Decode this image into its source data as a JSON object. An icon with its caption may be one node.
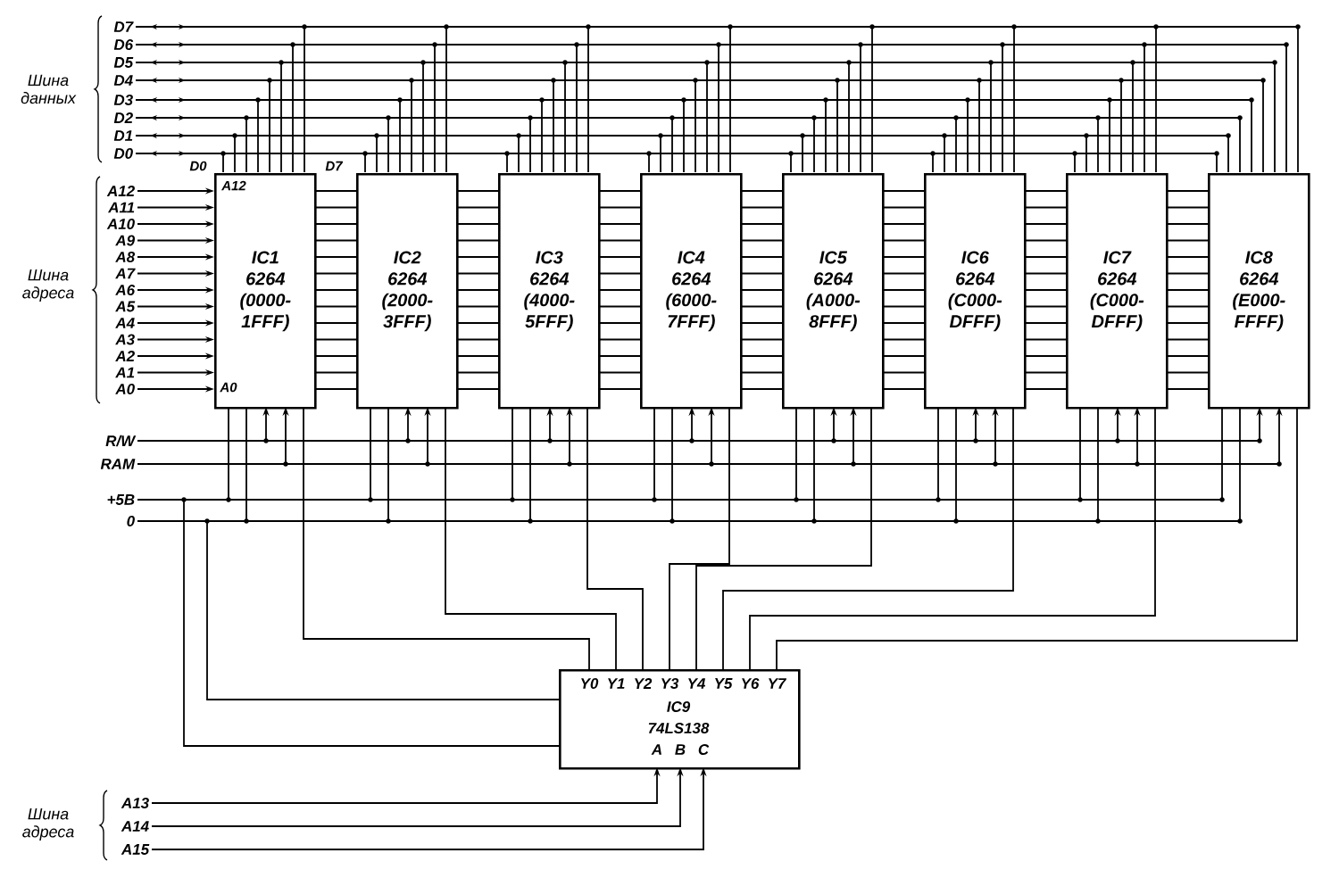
{
  "diagram": {
    "nodes": [
      {
        "text": [
          "IC1",
          "6264",
          "(0000-1FFF)"
        ]
      },
      {
        "text": [
          "IC2",
          "6264",
          "(2000-3FFF)"
        ]
      },
      {
        "text": [
          "IC3",
          "6264",
          "(4000-5FFF)"
        ]
      },
      {
        "text": [
          "IC4",
          "6264",
          "(6000-7FFF)"
        ]
      },
      {
        "text": [
          "IC5",
          "6264",
          "(A000-8FFF)"
        ]
      },
      {
        "text": [
          "IC6",
          "6264",
          "(C000-DFFF)"
        ]
      },
      {
        "text": [
          "IC7",
          "6264",
          "(C000-DFFF)"
        ]
      },
      {
        "text": [
          "IC8",
          "6264",
          "(E000-FFFF)"
        ]
      },
      {
        "text": [
          "Y0",
          "Y1",
          "Y2",
          "Y3",
          "Y4",
          "Y5",
          "Y6",
          "Y7",
          "IC9",
          "74LS138",
          "A",
          "B",
          "C"
        ]
      },
      {
        "text": [
          "D7"
        ]
      },
      {
        "text": [
          "D6"
        ]
      },
      {
        "text": [
          "D5"
        ]
      },
      {
        "text": [
          "D4"
        ]
      },
      {
        "text": [
          "D3"
        ]
      },
      {
        "text": [
          "D2"
        ]
      },
      {
        "text": [
          "D1"
        ]
      },
      {
        "text": [
          "D0"
        ]
      },
      {
        "text": [
          "A12"
        ]
      },
      {
        "text": [
          "A11"
        ]
      },
      {
        "text": [
          "A10"
        ]
      },
      {
        "text": [
          "A9"
        ]
      },
      {
        "text": [
          "A8"
        ]
      },
      {
        "text": [
          "A7"
        ]
      },
      {
        "text": [
          "A6"
        ]
      },
      {
        "text": [
          "A5"
        ]
      },
      {
        "text": [
          "A4"
        ]
      },
      {
        "text": [
          "A3"
        ]
      },
      {
        "text": [
          "A2"
        ]
      },
      {
        "text": [
          "A1"
        ]
      },
      {
        "text": [
          "A0"
        ]
      },
      {
        "text": [
          "R/W"
        ]
      },
      {
        "text": [
          "RAM"
        ]
      },
      {
        "text": [
          "+5В"
        ]
      },
      {
        "text": [
          "0"
        ]
      },
      {
        "text": [
          "A13"
        ]
      },
      {
        "text": [
          "A14"
        ]
      },
      {
        "text": [
          "A15"
        ]
      }
    ],
    "edges": [
      {
        "from": 9,
        "to": 0,
        "arrow": "none"
      },
      {
        "from": 9,
        "to": 1,
        "arrow": "none"
      },
      {
        "from": 9,
        "to": 2,
        "arrow": "none"
      },
      {
        "from": 9,
        "to": 3,
        "arrow": "none"
      },
      {
        "from": 9,
        "to": 4,
        "arrow": "none"
      },
      {
        "from": 9,
        "to": 5,
        "arrow": "none"
      },
      {
        "from": 9,
        "to": 6,
        "arrow": "none"
      },
      {
        "from": 9,
        "to": 7,
        "arrow": "none"
      },
      {
        "from": 10,
        "to": 0,
        "arrow": "none"
      },
      {
        "from": 10,
        "to": 1,
        "arrow": "none"
      },
      {
        "from": 10,
        "to": 2,
        "arrow": "none"
      },
      {
        "from": 10,
        "to": 3,
        "arrow": "none"
      },
      {
        "from": 10,
        "to": 4,
        "arrow": "none"
      },
      {
        "from": 10,
        "to": 5,
        "arrow": "none"
      },
      {
        "from": 10,
        "to": 6,
        "arrow": "none"
      },
      {
        "from": 10,
        "to": 7,
        "arrow": "none"
      },
      {
        "from": 11,
        "to": 0,
        "arrow": "none"
      },
      {
        "from": 11,
        "to": 1,
        "arrow": "none"
      },
      {
        "from": 11,
        "to": 2,
        "arrow": "none"
      },
      {
        "from": 11,
        "to": 3,
        "arrow": "none"
      },
      {
        "from": 11,
        "to": 4,
        "arrow": "none"
      },
      {
        "from": 11,
        "to": 5,
        "arrow": "none"
      },
      {
        "from": 11,
        "to": 6,
        "arrow": "none"
      },
      {
        "from": 11,
        "to": 7,
        "arrow": "none"
      },
      {
        "from": 12,
        "to": 0,
        "arrow": "none"
      },
      {
        "from": 12,
        "to": 1,
        "arrow": "none"
      },
      {
        "from": 12,
        "to": 2,
        "arrow": "none"
      },
      {
        "from": 12,
        "to": 3,
        "arrow": "none"
      },
      {
        "from": 12,
        "to": 4,
        "arrow": "none"
      },
      {
        "from": 12,
        "to": 5,
        "arrow": "none"
      },
      {
        "from": 12,
        "to": 6,
        "arrow": "none"
      },
      {
        "from": 12,
        "to": 7,
        "arrow": "none"
      },
      {
        "from": 13,
        "to": 0,
        "arrow": "none"
      },
      {
        "from": 13,
        "to": 1,
        "arrow": "none"
      },
      {
        "from": 13,
        "to": 2,
        "arrow": "none"
      },
      {
        "from": 13,
        "to": 3,
        "arrow": "none"
      },
      {
        "from": 13,
        "to": 4,
        "arrow": "none"
      },
      {
        "from": 13,
        "to": 5,
        "arrow": "none"
      },
      {
        "from": 13,
        "to": 6,
        "arrow": "none"
      },
      {
        "from": 13,
        "to": 7,
        "arrow": "none"
      },
      {
        "from": 14,
        "to": 0,
        "arrow": "none"
      },
      {
        "from": 14,
        "to": 1,
        "arrow": "none"
      },
      {
        "from": 14,
        "to": 2,
        "arrow": "none"
      },
      {
        "from": 14,
        "to": 3,
        "arrow": "none"
      },
      {
        "from": 14,
        "to": 4,
        "arrow": "none"
      },
      {
        "from": 14,
        "to": 5,
        "arrow": "none"
      },
      {
        "from": 14,
        "to": 6,
        "arrow": "none"
      },
      {
        "from": 14,
        "to": 7,
        "arrow": "none"
      },
      {
        "from": 15,
        "to": 0,
        "arrow": "none"
      },
      {
        "from": 15,
        "to": 1,
        "arrow": "none"
      },
      {
        "from": 15,
        "to": 2,
        "arrow": "none"
      },
      {
        "from": 15,
        "to": 3,
        "arrow": "none"
      },
      {
        "from": 15,
        "to": 4,
        "arrow": "none"
      },
      {
        "from": 15,
        "to": 5,
        "arrow": "none"
      },
      {
        "from": 15,
        "to": 6,
        "arrow": "none"
      },
      {
        "from": 15,
        "to": 7,
        "arrow": "none"
      },
      {
        "from": 16,
        "to": 0,
        "arrow": "none"
      },
      {
        "from": 16,
        "to": 1,
        "arrow": "none"
      },
      {
        "from": 16,
        "to": 2,
        "arrow": "none"
      },
      {
        "from": 16,
        "to": 3,
        "arrow": "none"
      },
      {
        "from": 16,
        "to": 4,
        "arrow": "none"
      },
      {
        "from": 16,
        "to": 5,
        "arrow": "none"
      },
      {
        "from": 16,
        "to": 6,
        "arrow": "none"
      },
      {
        "from": 16,
        "to": 7,
        "arrow": "none"
      },
      {
        "from": 17,
        "to": 0,
        "arrow": "to"
      },
      {
        "from": 18,
        "to": 0,
        "arrow": "to"
      },
      {
        "from": 19,
        "to": 0,
        "arrow": "to"
      },
      {
        "from": 20,
        "to": 0,
        "arrow": "to"
      },
      {
        "from": 21,
        "to": 0,
        "arrow": "to"
      },
      {
        "from": 22,
        "to": 0,
        "arrow": "to"
      },
      {
        "from": 23,
        "to": 0,
        "arrow": "to"
      },
      {
        "from": 24,
        "to": 0,
        "arrow": "to"
      },
      {
        "from": 25,
        "to": 0,
        "arrow": "to"
      },
      {
        "from": 26,
        "to": 0,
        "arrow": "to"
      },
      {
        "from": 27,
        "to": 0,
        "arrow": "to"
      },
      {
        "from": 28,
        "to": 0,
        "arrow": "to"
      },
      {
        "from": 29,
        "to": 0,
        "arrow": "to"
      },
      {
        "from": 0,
        "to": 1,
        "arrow": "none"
      },
      {
        "from": 0,
        "to": 1,
        "arrow": "none"
      },
      {
        "from": 0,
        "to": 1,
        "arrow": "none"
      },
      {
        "from": 0,
        "to": 1,
        "arrow": "none"
      },
      {
        "from": 0,
        "to": 1,
        "arrow": "none"
      },
      {
        "from": 0,
        "to": 1,
        "arrow": "none"
      },
      {
        "from": 0,
        "to": 1,
        "arrow": "none"
      },
      {
        "from": 0,
        "to": 1,
        "arrow": "none"
      },
      {
        "from": 0,
        "to": 1,
        "arrow": "none"
      },
      {
        "from": 0,
        "to": 1,
        "arrow": "none"
      },
      {
        "from": 0,
        "to": 1,
        "arrow": "none"
      },
      {
        "from": 0,
        "to": 1,
        "arrow": "none"
      },
      {
        "from": 0,
        "to": 1,
        "arrow": "none"
      },
      {
        "from": 1,
        "to": 2,
        "arrow": "none"
      },
      {
        "from": 1,
        "to": 2,
        "arrow": "none"
      },
      {
        "from": 1,
        "to": 2,
        "arrow": "none"
      },
      {
        "from": 1,
        "to": 2,
        "arrow": "none"
      },
      {
        "from": 1,
        "to": 2,
        "arrow": "none"
      },
      {
        "from": 1,
        "to": 2,
        "arrow": "none"
      },
      {
        "from": 1,
        "to": 2,
        "arrow": "none"
      },
      {
        "from": 1,
        "to": 2,
        "arrow": "none"
      },
      {
        "from": 1,
        "to": 2,
        "arrow": "none"
      },
      {
        "from": 1,
        "to": 2,
        "arrow": "none"
      },
      {
        "from": 1,
        "to": 2,
        "arrow": "none"
      },
      {
        "from": 1,
        "to": 2,
        "arrow": "none"
      },
      {
        "from": 1,
        "to": 2,
        "arrow": "none"
      },
      {
        "from": 2,
        "to": 3,
        "arrow": "none"
      },
      {
        "from": 2,
        "to": 3,
        "arrow": "none"
      },
      {
        "from": 2,
        "to": 3,
        "arrow": "none"
      },
      {
        "from": 2,
        "to": 3,
        "arrow": "none"
      },
      {
        "from": 2,
        "to": 3,
        "arrow": "none"
      },
      {
        "from": 2,
        "to": 3,
        "arrow": "none"
      },
      {
        "from": 2,
        "to": 3,
        "arrow": "none"
      },
      {
        "from": 2,
        "to": 3,
        "arrow": "none"
      },
      {
        "from": 2,
        "to": 3,
        "arrow": "none"
      },
      {
        "from": 2,
        "to": 3,
        "arrow": "none"
      },
      {
        "from": 2,
        "to": 3,
        "arrow": "none"
      },
      {
        "from": 2,
        "to": 3,
        "arrow": "none"
      },
      {
        "from": 2,
        "to": 3,
        "arrow": "none"
      },
      {
        "from": 3,
        "to": 4,
        "arrow": "none"
      },
      {
        "from": 3,
        "to": 4,
        "arrow": "none"
      },
      {
        "from": 3,
        "to": 4,
        "arrow": "none"
      },
      {
        "from": 3,
        "to": 4,
        "arrow": "none"
      },
      {
        "from": 3,
        "to": 4,
        "arrow": "none"
      },
      {
        "from": 3,
        "to": 4,
        "arrow": "none"
      },
      {
        "from": 3,
        "to": 4,
        "arrow": "none"
      },
      {
        "from": 3,
        "to": 4,
        "arrow": "none"
      },
      {
        "from": 3,
        "to": 4,
        "arrow": "none"
      },
      {
        "from": 3,
        "to": 4,
        "arrow": "none"
      },
      {
        "from": 3,
        "to": 4,
        "arrow": "none"
      },
      {
        "from": 3,
        "to": 4,
        "arrow": "none"
      },
      {
        "from": 3,
        "to": 4,
        "arrow": "none"
      },
      {
        "from": 4,
        "to": 5,
        "arrow": "none"
      },
      {
        "from": 4,
        "to": 5,
        "arrow": "none"
      },
      {
        "from": 4,
        "to": 5,
        "arrow": "none"
      },
      {
        "from": 4,
        "to": 5,
        "arrow": "none"
      },
      {
        "from": 4,
        "to": 5,
        "arrow": "none"
      },
      {
        "from": 4,
        "to": 5,
        "arrow": "none"
      },
      {
        "from": 4,
        "to": 5,
        "arrow": "none"
      },
      {
        "from": 4,
        "to": 5,
        "arrow": "none"
      },
      {
        "from": 4,
        "to": 5,
        "arrow": "none"
      },
      {
        "from": 4,
        "to": 5,
        "arrow": "none"
      },
      {
        "from": 4,
        "to": 5,
        "arrow": "none"
      },
      {
        "from": 4,
        "to": 5,
        "arrow": "none"
      },
      {
        "from": 4,
        "to": 5,
        "arrow": "none"
      },
      {
        "from": 5,
        "to": 6,
        "arrow": "none"
      },
      {
        "from": 5,
        "to": 6,
        "arrow": "none"
      },
      {
        "from": 5,
        "to": 6,
        "arrow": "none"
      },
      {
        "from": 5,
        "to": 6,
        "arrow": "none"
      },
      {
        "from": 5,
        "to": 6,
        "arrow": "none"
      },
      {
        "from": 5,
        "to": 6,
        "arrow": "none"
      },
      {
        "from": 5,
        "to": 6,
        "arrow": "none"
      },
      {
        "from": 5,
        "to": 6,
        "arrow": "none"
      },
      {
        "from": 5,
        "to": 6,
        "arrow": "none"
      },
      {
        "from": 5,
        "to": 6,
        "arrow": "none"
      },
      {
        "from": 5,
        "to": 6,
        "arrow": "none"
      },
      {
        "from": 5,
        "to": 6,
        "arrow": "none"
      },
      {
        "from": 5,
        "to": 6,
        "arrow": "none"
      },
      {
        "from": 6,
        "to": 7,
        "arrow": "none"
      },
      {
        "from": 6,
        "to": 7,
        "arrow": "none"
      },
      {
        "from": 6,
        "to": 7,
        "arrow": "none"
      },
      {
        "from": 6,
        "to": 7,
        "arrow": "none"
      },
      {
        "from": 6,
        "to": 7,
        "arrow": "none"
      },
      {
        "from": 6,
        "to": 7,
        "arrow": "none"
      },
      {
        "from": 6,
        "to": 7,
        "arrow": "none"
      },
      {
        "from": 6,
        "to": 7,
        "arrow": "none"
      },
      {
        "from": 6,
        "to": 7,
        "arrow": "none"
      },
      {
        "from": 6,
        "to": 7,
        "arrow": "none"
      },
      {
        "from": 6,
        "to": 7,
        "arrow": "none"
      },
      {
        "from": 6,
        "to": 7,
        "arrow": "none"
      },
      {
        "from": 6,
        "to": 7,
        "arrow": "none"
      },
      {
        "from": 30,
        "to": 0,
        "arrow": "to"
      },
      {
        "from": 30,
        "to": 1,
        "arrow": "to"
      },
      {
        "from": 30,
        "to": 2,
        "arrow": "to"
      },
      {
        "from": 30,
        "to": 3,
        "arrow": "to"
      },
      {
        "from": 30,
        "to": 4,
        "arrow": "to"
      },
      {
        "from": 30,
        "to": 5,
        "arrow": "to"
      },
      {
        "from": 30,
        "to": 6,
        "arrow": "to"
      },
      {
        "from": 30,
        "to": 7,
        "arrow": "to"
      },
      {
        "from": 31,
        "to": 0,
        "arrow": "to"
      },
      {
        "from": 31,
        "to": 1,
        "arrow": "to"
      },
      {
        "from": 31,
        "to": 2,
        "arrow": "to"
      },
      {
        "from": 31,
        "to": 3,
        "arrow": "to"
      },
      {
        "from": 31,
        "to": 4,
        "arrow": "to"
      },
      {
        "from": 31,
        "to": 5,
        "arrow": "to"
      },
      {
        "from": 31,
        "to": 6,
        "arrow": "to"
      },
      {
        "from": 31,
        "to": 7,
        "arrow": "to"
      },
      {
        "from": 32,
        "to": 0,
        "arrow": "none"
      },
      {
        "from": 32,
        "to": 1,
        "arrow": "none"
      },
      {
        "from": 32,
        "to": 2,
        "arrow": "none"
      },
      {
        "from": 32,
        "to": 3,
        "arrow": "none"
      },
      {
        "from": 32,
        "to": 4,
        "arrow": "none"
      },
      {
        "from": 32,
        "to": 5,
        "arrow": "none"
      },
      {
        "from": 32,
        "to": 6,
        "arrow": "none"
      },
      {
        "from": 32,
        "to": 7,
        "arrow": "none"
      },
      {
        "from": 32,
        "to": 8,
        "arrow": "none"
      },
      {
        "from": 33,
        "to": 0,
        "arrow": "none"
      },
      {
        "from": 33,
        "to": 1,
        "arrow": "none"
      },
      {
        "from": 33,
        "to": 2,
        "arrow": "none"
      },
      {
        "from": 33,
        "to": 3,
        "arrow": "none"
      },
      {
        "from": 33,
        "to": 4,
        "arrow": "none"
      },
      {
        "from": 33,
        "to": 5,
        "arrow": "none"
      },
      {
        "from": 33,
        "to": 6,
        "arrow": "none"
      },
      {
        "from": 33,
        "to": 7,
        "arrow": "none"
      },
      {
        "from": 33,
        "to": 8,
        "arrow": "none"
      },
      {
        "from": 8,
        "to": 0,
        "arrow": "none"
      },
      {
        "from": 8,
        "to": 1,
        "arrow": "none"
      },
      {
        "from": 8,
        "to": 2,
        "arrow": "none"
      },
      {
        "from": 8,
        "to": 3,
        "arrow": "none"
      },
      {
        "from": 8,
        "to": 4,
        "arrow": "none"
      },
      {
        "from": 8,
        "to": 5,
        "arrow": "none"
      },
      {
        "from": 8,
        "to": 6,
        "arrow": "none"
      },
      {
        "from": 8,
        "to": 7,
        "arrow": "none"
      },
      {
        "from": 34,
        "to": 8,
        "arrow": "to"
      },
      {
        "from": 35,
        "to": 8,
        "arrow": "to"
      },
      {
        "from": 36,
        "to": 8,
        "arrow": "to"
      }
    ],
    "labels": [
      "Шина данных",
      "D0",
      "D7",
      "A12",
      "Шина адреса",
      "A0",
      "Шина адреса"
    ]
  }
}
